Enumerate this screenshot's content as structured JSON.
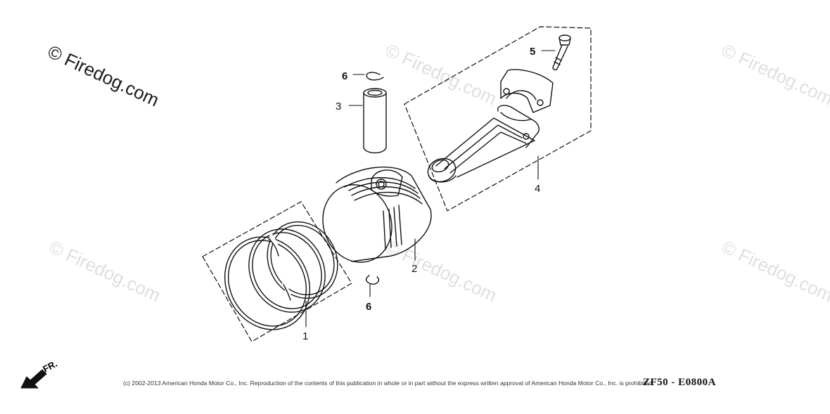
{
  "watermark": {
    "main": "© Firedog.com",
    "faint": "© Firedog.com"
  },
  "callouts": {
    "piston_ring_set": "1",
    "piston": "2",
    "piston_pin": "3",
    "connecting_rod": "4",
    "bolt": "5",
    "clip_top": "6",
    "clip_bottom": "6"
  },
  "direction_label": "FR.",
  "copyright": "(c) 2002-2013 American Honda Motor Co., Inc. Reproduction of the contents of this publication in whole or in part without the express written approval of American Honda Motor Co., Inc. is prohibited.",
  "diagram_code": "ZF50 - E0800A"
}
